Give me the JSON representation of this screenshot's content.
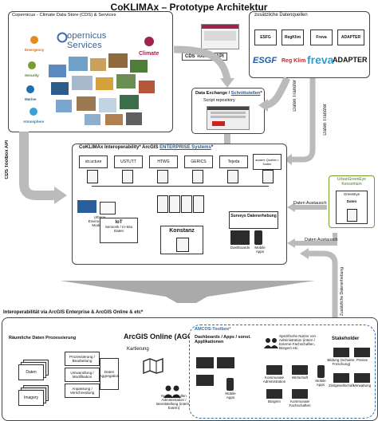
{
  "title": "CoKLIMAx – Prototype Architektur",
  "cds": {
    "heading": "Copernicus - Climate Data Store (CDS) & Services",
    "logo_text": "opernicus Services",
    "services": [
      "Emergency",
      "Security",
      "Marine",
      "Atmosphere",
      "Climate"
    ]
  },
  "cds_toolbox_api_top": "CDS Toolbox API",
  "cds_toolbox_api_side": "CDS Toolbox API",
  "external": {
    "heading": "zusätzliche Datenquellen",
    "sources": [
      "ESFG",
      "RegKlim",
      "Freva",
      "ADAPTER"
    ],
    "logos": [
      "ESGF",
      "Reg Klim",
      "freva",
      "ADAPTER"
    ]
  },
  "data_exchange": {
    "label_pre": "Data Exchange / ",
    "label_link": "Schnittstellen",
    "label_post": "*",
    "sub": "Script repository"
  },
  "daten_transfer_1": "Daten Transfer",
  "daten_transfer_2": "Daten Transfer",
  "interop": {
    "heading_pre": "CoKLIMAx Interoperability* ArcGIS ",
    "heading_link": "ENTERPRISE Systems",
    "heading_post": "*",
    "nodes": [
      "str.ucture",
      "USTUTT",
      "HTWG",
      "GERICS",
      "Tejeda"
    ],
    "node_extra": "andere Quellen / Daten",
    "unsg_label": "Urbane Environmental Modelling",
    "iot_title": "IoT",
    "iot_sub": "Sensorik / In-Situ Daten",
    "konstanz": "Konstanz",
    "surveys_title": "Surveys Datenerhebung",
    "dashboards": "Dashboards",
    "mobile_apps": "Mobile Apps"
  },
  "urbangreeneye": {
    "title": "UrbanGreenEye Konsortium",
    "sub": "GreenEye",
    "daten": "Daten"
  },
  "daten_austausch_1": "Daten Austausch",
  "daten_austausch_2": "Daten Austausch",
  "zusaetzliche_datenerhebung": "Zusätzliche Datenerhebung",
  "bottom": {
    "heading": "Interoperabilität via ArcGIS Enterprise & ArcGIS Online & etc*",
    "spatial_title": "Räumliche Daten Prozessierung",
    "daten": "Daten",
    "imagery": "Imagery",
    "process_steps": [
      "Prozessierung / Bearbeitung",
      "Umwandlung / Modifikation",
      "Anpassung / Verschneidung"
    ],
    "aggregation": "Daten Aggregation",
    "agol_title": "ArcGIS Online (AGOL)*",
    "kartierung": "Kartierung",
    "nutzer": "Nutzer & Rollen Administration / Bereitstellung (intern / Extern)",
    "amcos_toolbox": "AMCOS-Toolbox*",
    "dash_title": "Dashboards / Apps / sonst. Applikationen",
    "mobile_apps": "Mobile Apps",
    "spec_users": "Spezifische Nutzer von Administration (intern / Externe Fachschaften, Bürgern etc.",
    "stakeholder": "Stakeholder",
    "dash_items": [
      "Kommunale Administration",
      "Wirtschaft",
      "Bürgern",
      "Kommunale Fachschaften"
    ],
    "stake_items": [
      "Bildung (Schulen, Forschung)",
      "Presse",
      "Zivilgesellschaft",
      "Verwaltung"
    ],
    "mobile_label": "Mobile Apps"
  }
}
